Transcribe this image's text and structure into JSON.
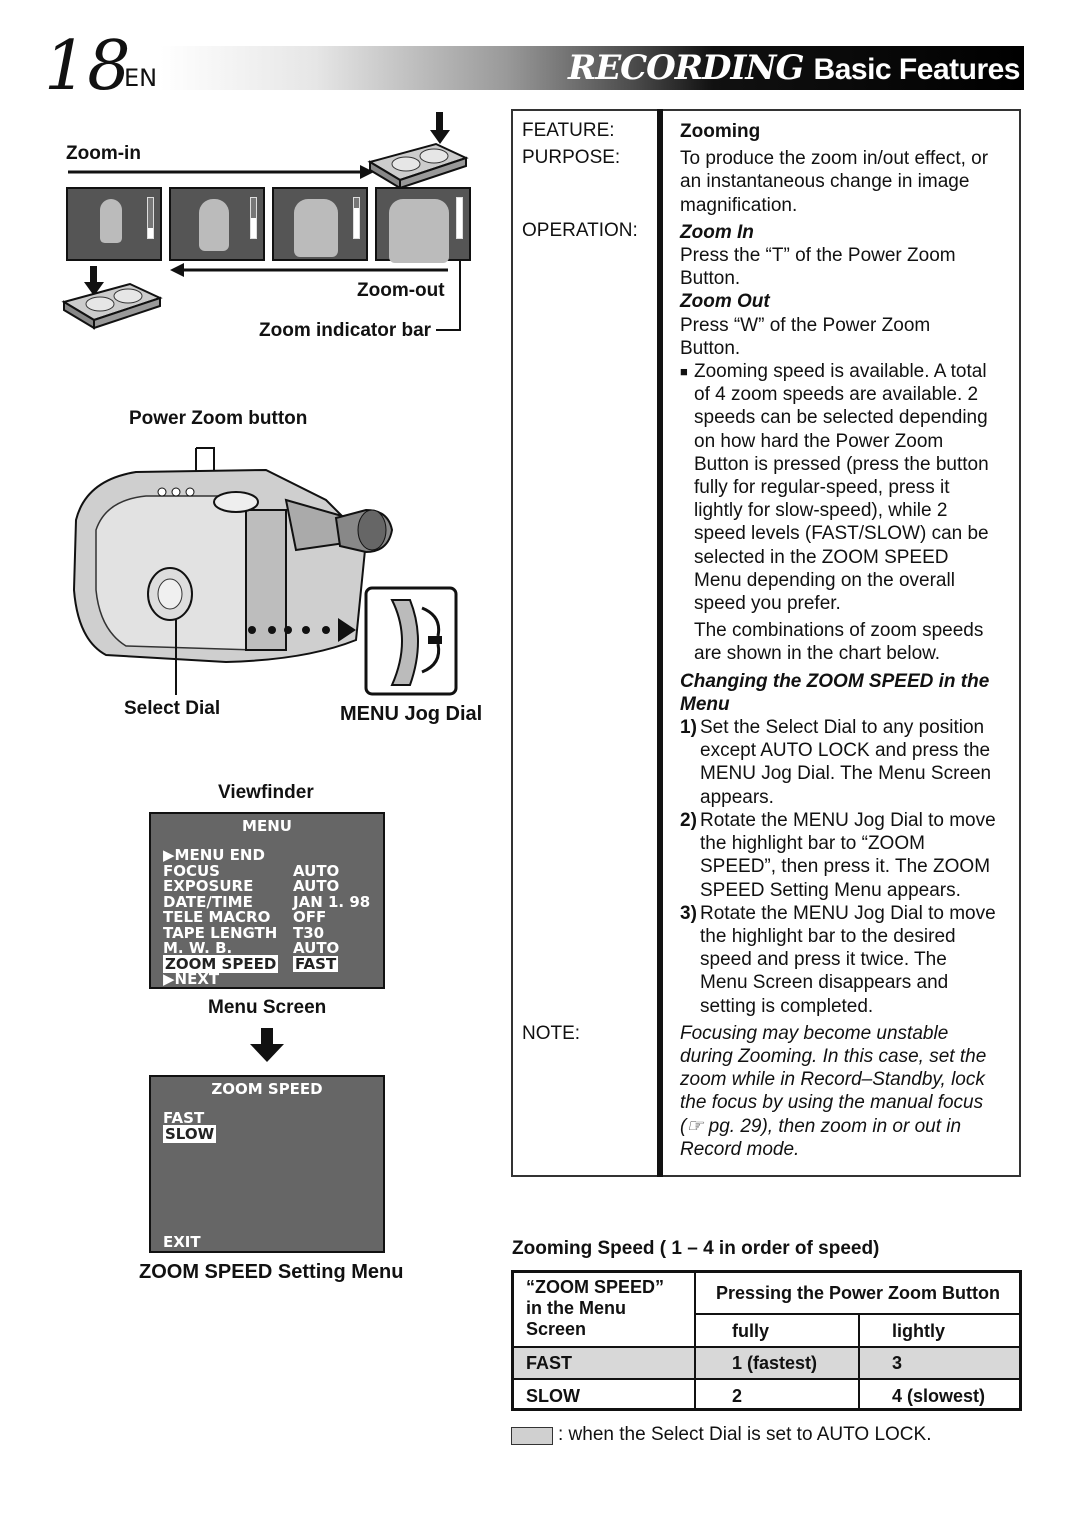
{
  "header": {
    "page_number": "18",
    "lang": "EN",
    "title_main": "RECORDING",
    "title_sub": "Basic Features"
  },
  "figure": {
    "zoom_in": "Zoom-in",
    "zoom_out": "Zoom-out",
    "zoom_indicator_bar": "Zoom indicator bar",
    "zoom_bar_levels": [
      0.25,
      0.5,
      0.75,
      1.0
    ],
    "power_zoom_button": "Power Zoom button",
    "select_dial": "Select Dial",
    "menu_jog_dial": "MENU Jog Dial",
    "viewfinder": "Viewfinder",
    "menu_screen_caption": "Menu Screen",
    "zoom_speed_caption": "ZOOM SPEED Setting Menu"
  },
  "menu_screen": {
    "title": "MENU",
    "rows": [
      {
        "label": "▶MENU  END",
        "value": ""
      },
      {
        "label": "FOCUS",
        "value": "AUTO"
      },
      {
        "label": "EXPOSURE",
        "value": "AUTO"
      },
      {
        "label": "DATE∕TIME",
        "value": "JAN   1. 98"
      },
      {
        "label": "TELE  MACRO",
        "value": "OFF"
      },
      {
        "label": "TAPE  LENGTH",
        "value": "T30"
      },
      {
        "label": "M. W. B.",
        "value": "AUTO"
      },
      {
        "label": "ZOOM  SPEED",
        "value": "FAST"
      },
      {
        "label": "▶NEXT",
        "value": ""
      }
    ]
  },
  "zoom_speed_screen": {
    "title": "ZOOM  SPEED",
    "options": [
      "FAST",
      "SLOW"
    ],
    "exit": "EXIT"
  },
  "feature_table": {
    "feature_label": "FEATURE:",
    "feature_value": "Zooming",
    "purpose_label": "PURPOSE:",
    "purpose_lines": [
      "To produce the zoom in/out effect, or",
      "an instantaneous change in image",
      "magnification."
    ],
    "operation_label": "OPERATION:",
    "zoom_in_title": "Zoom In",
    "zoom_in_lines": [
      "Press the “T” of the Power Zoom",
      "Button."
    ],
    "zoom_out_title": "Zoom Out",
    "zoom_out_lines": [
      "Press “W” of the Power Zoom",
      "Button."
    ],
    "bullet_marker": "■",
    "bullet_lines": [
      "Zooming speed is available. A total",
      "of 4 zoom speeds are available.  2",
      "speeds can be selected depending",
      "on how hard the Power Zoom",
      "Button is pressed (press the button",
      "fully for regular-speed, press it",
      "lightly for slow-speed), while 2",
      "speed levels (FAST/SLOW) can be",
      "selected  in the ZOOM SPEED",
      "Menu depending on the overall",
      "speed you prefer."
    ],
    "combo_lines": [
      "The combinations of zoom speeds",
      "are shown in the chart below."
    ],
    "changing_title_lines": [
      "Changing the ZOOM SPEED in the",
      "Menu"
    ],
    "steps": [
      {
        "num": "1)",
        "lines": [
          "Set the Select Dial to any position",
          "except AUTO LOCK and press the",
          "MENU Jog Dial. The Menu Screen",
          "appears."
        ]
      },
      {
        "num": "2)",
        "lines": [
          "Rotate the MENU Jog Dial to move",
          "the highlight bar to “ZOOM",
          "SPEED”, then press it. The ZOOM",
          "SPEED Setting Menu appears."
        ]
      },
      {
        "num": "3)",
        "lines": [
          "Rotate the MENU Jog Dial to move",
          "the highlight bar to the desired",
          "speed and press it twice. The",
          "Menu Screen disappears and",
          "setting is completed."
        ]
      }
    ],
    "note_label": "NOTE:",
    "note_lines": [
      "Focusing may become unstable",
      "during Zooming. In this case, set the",
      "zoom while in Record–Standby, lock",
      "the focus by using the manual focus",
      "(☞ pg. 29), then zoom in or out in",
      "Record mode."
    ]
  },
  "speed_table": {
    "title": "Zooming Speed ( 1 – 4 in order of speed)",
    "col1_header_lines": [
      "“ZOOM SPEED”",
      "in the Menu",
      "Screen"
    ],
    "group_header": "Pressing the Power Zoom Button",
    "sub_headers": [
      "fully",
      "lightly"
    ],
    "rows": [
      {
        "setting": "FAST",
        "fully": "1 (fastest)",
        "lightly": "3"
      },
      {
        "setting": "SLOW",
        "fully": "2",
        "lightly": "4 (slowest)"
      }
    ],
    "shade_color": "#d8d8d8"
  },
  "legend": {
    "text": ": when the Select Dial is set to AUTO LOCK."
  }
}
